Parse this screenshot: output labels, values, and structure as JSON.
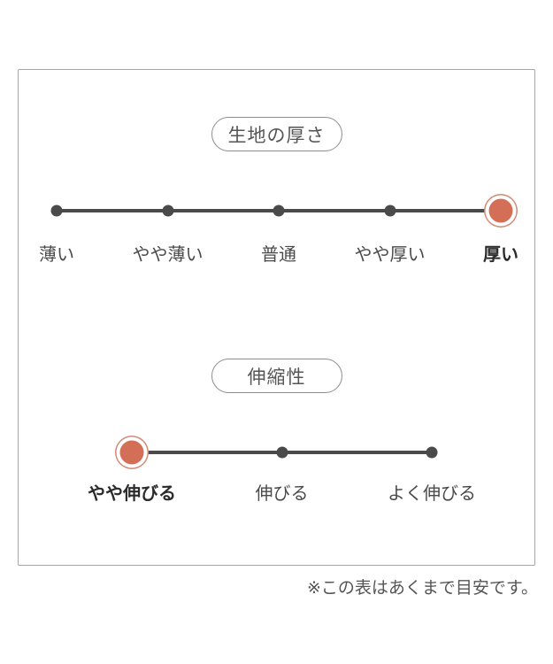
{
  "note": "※この表はあくまで目安です。",
  "colors": {
    "accent": "#d36e57",
    "accent_ring": "#d08a73",
    "dot": "#4a4a4a",
    "line": "#4a4a4a",
    "panel_border": "#a6a6a6",
    "label_text": "#4a4a4a",
    "selected_label_text": "#2b2b2b"
  },
  "chart_data": [
    {
      "type": "line",
      "title": "生地の厚さ",
      "categories": [
        "薄い",
        "やや薄い",
        "普通",
        "やや厚い",
        "厚い"
      ],
      "selected": "厚い",
      "selected_index": 4,
      "scale_min": 1,
      "scale_max": 5,
      "value": 5,
      "legend_position": "none",
      "grid": false
    },
    {
      "type": "line",
      "title": "伸縮性",
      "categories": [
        "やや伸びる",
        "伸びる",
        "よく伸びる"
      ],
      "selected": "やや伸びる",
      "selected_index": 0,
      "scale_min": 1,
      "scale_max": 3,
      "value": 1,
      "legend_position": "none",
      "grid": false
    }
  ]
}
